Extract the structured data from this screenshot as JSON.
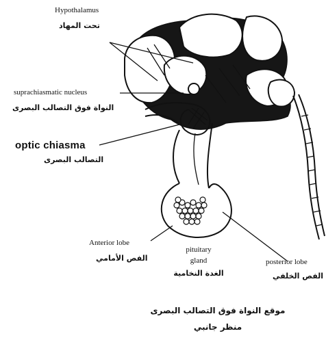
{
  "labels": {
    "hypothalamus_en": "Hypothalamus",
    "hypothalamus_ar": "تحت المهاد",
    "scn_en": "suprachiasmatic nucleus",
    "scn_ar": "النواة فوق التصالب البصرى",
    "chiasma_en": "optic chiasma",
    "chiasma_ar": "التصالب البصرى",
    "anterior_en": "Anterior lobe",
    "anterior_ar": "الفص الأمامي",
    "pituitary_line1": "pituitary",
    "pituitary_line2": "gland",
    "pituitary_ar": "الغدة النخامية",
    "posterior_en": "posterior lobe",
    "posterior_ar": "الفص الخلفي"
  },
  "caption": {
    "line1": "موقع النواة فوق التصالب البصرى",
    "line2": "منظر جانبي"
  }
}
